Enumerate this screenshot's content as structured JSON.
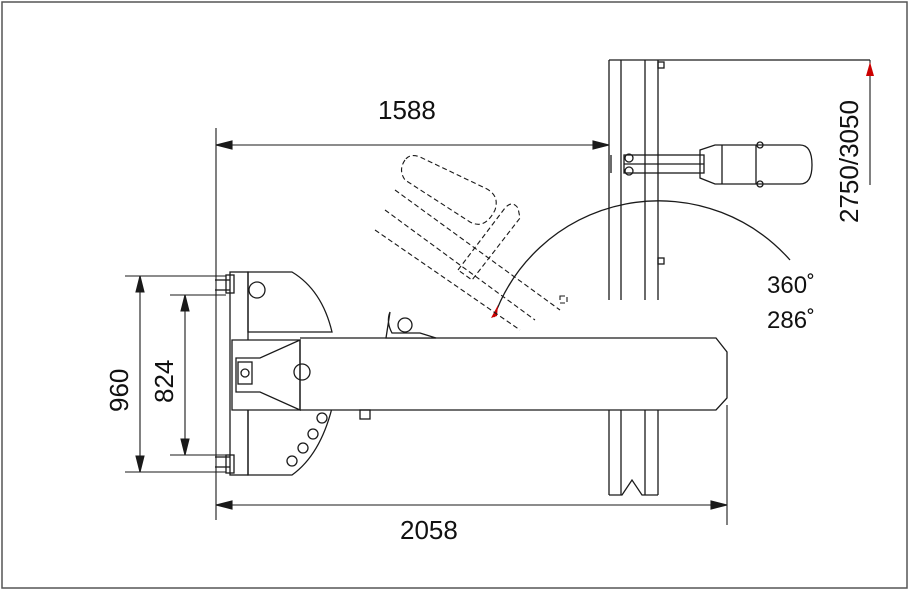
{
  "dimensions": {
    "top_reach": "1588",
    "total_length": "2058",
    "base_outer_width": "960",
    "base_inner_width": "824",
    "column_height": "2750/3050"
  },
  "angles": {
    "max_rotation": "360˚",
    "limited_rotation": "286˚"
  },
  "colors": {
    "line": "#1a1a1a",
    "marker": "#cc0000",
    "border": "#555555"
  }
}
